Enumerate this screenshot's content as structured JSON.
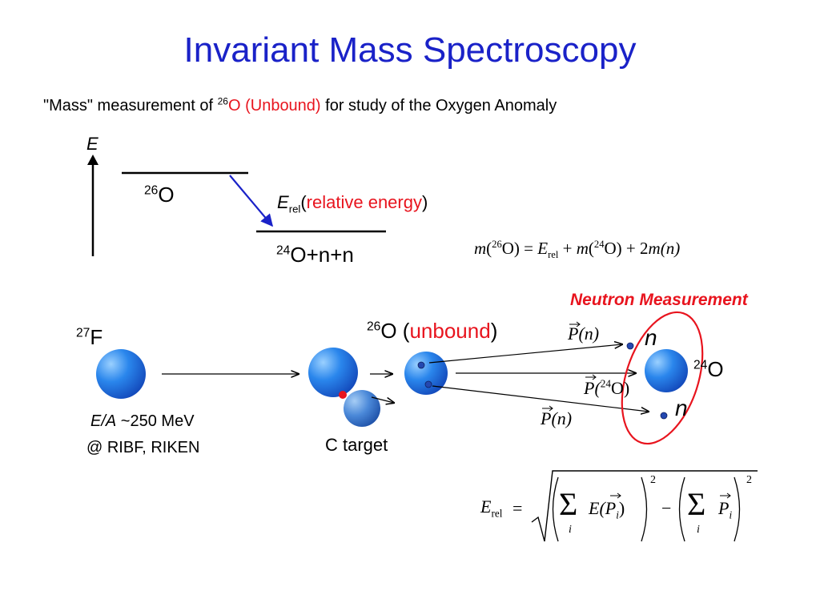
{
  "title": "Invariant Mass Spectroscopy",
  "subtitle": {
    "prefix": "\"Mass\" measurement of ",
    "mass_number": "26",
    "element": "O",
    "unbound": " (Unbound)",
    "suffix": " for study of the Oxygen Anomaly"
  },
  "level_diagram": {
    "axis_label": "E",
    "upper_mass": "26",
    "upper_element": "O",
    "lower_mass": "24",
    "lower_text": "O+n+n",
    "erel_symbol": "E",
    "erel_sub": "rel",
    "erel_open": "(",
    "erel_desc": "relative energy",
    "erel_close": ")"
  },
  "mass_equation": {
    "m1": "m",
    "o1_mass": "26",
    "o1_rest": "O) = ",
    "e_symbol": "E",
    "e_sub": "rel",
    "plus1": " + ",
    "m2": "m",
    "o2_mass": "24",
    "o2_rest": "O) + 2",
    "m3": "m",
    "n_part": "(n)"
  },
  "neutron_measurement": "Neutron Measurement",
  "beam": {
    "mass": "27",
    "element": "F",
    "energy_label_italic": "E/A",
    "energy_value": " ~250 MeV",
    "facility": "@ RIBF, RIKEN"
  },
  "target_label": "C target",
  "unbound": {
    "mass": "26",
    "element": "O (",
    "state": "unbound",
    "close": ")"
  },
  "products": {
    "p_n_top": "P(n)",
    "n_top": "n",
    "o24_mass": "24",
    "o24_element": "O",
    "p_o24_prefix": "P(",
    "p_o24_mass": "24",
    "p_o24_rest": "O)",
    "p_n_bottom": "P(n)",
    "n_bottom": "n"
  },
  "erel_equation": {
    "lhs": "E",
    "lhs_sub": "rel",
    "equals": "=",
    "sum_sym": "Σ",
    "sum_index": "i",
    "term1": "E(P",
    "term1_sub": "i",
    "term1_close": ")",
    "minus": "−",
    "term2": "P",
    "term2_sub": "i",
    "exponent": "2"
  },
  "colors": {
    "title": "#1a22c8",
    "highlight_red": "#e8141e",
    "arrow_blue": "#1a22c8",
    "sphere_blue": "#1e78e6"
  }
}
